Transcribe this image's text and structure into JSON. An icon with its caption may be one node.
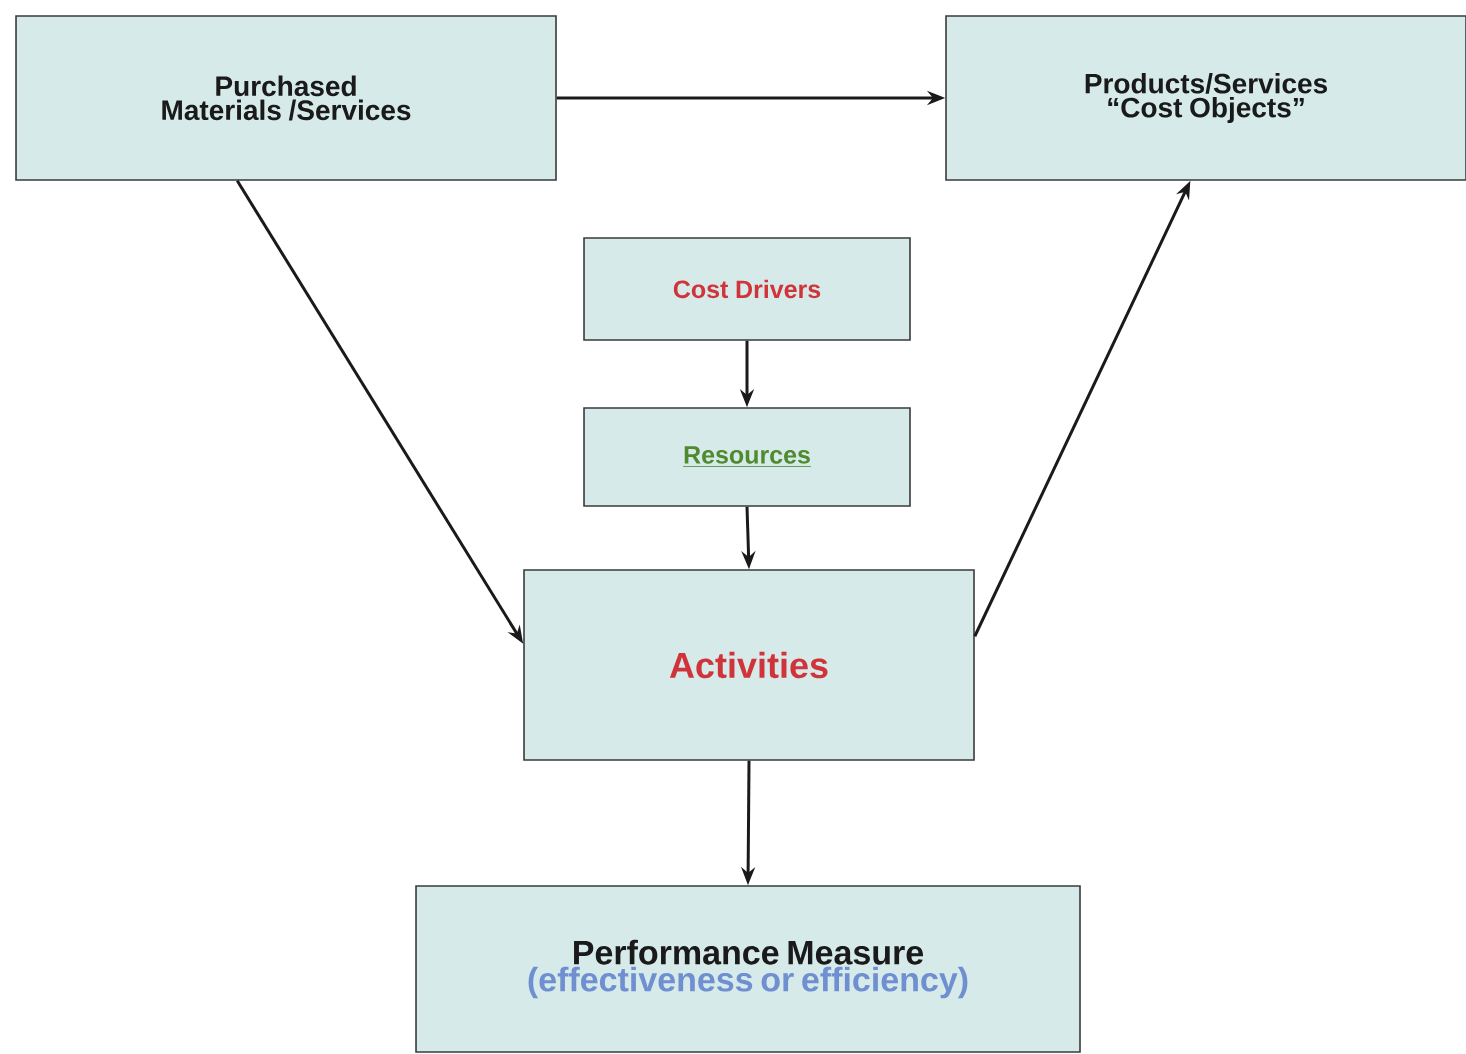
{
  "diagram": {
    "nodes": [
      {
        "text": [
          "Purchased Materials /Services"
        ]
      },
      {
        "text": [
          "Products/Services “Cost Objects”"
        ]
      },
      {
        "text": [
          "Cost Drivers"
        ]
      },
      {
        "text": [
          "Resources"
        ]
      },
      {
        "text": [
          "Activities"
        ]
      },
      {
        "text": [
          "Performance Measure",
          "(effectiveness or efficiency)"
        ]
      }
    ],
    "edges": [
      {
        "from": 0,
        "to": 1,
        "arrow": "to"
      },
      {
        "from": 0,
        "to": 4,
        "arrow": "to"
      },
      {
        "from": 2,
        "to": 3,
        "arrow": "to"
      },
      {
        "from": 3,
        "to": 4,
        "arrow": "to"
      },
      {
        "from": 4,
        "to": 1,
        "arrow": "to"
      },
      {
        "from": 4,
        "to": 5,
        "arrow": "to"
      }
    ]
  }
}
